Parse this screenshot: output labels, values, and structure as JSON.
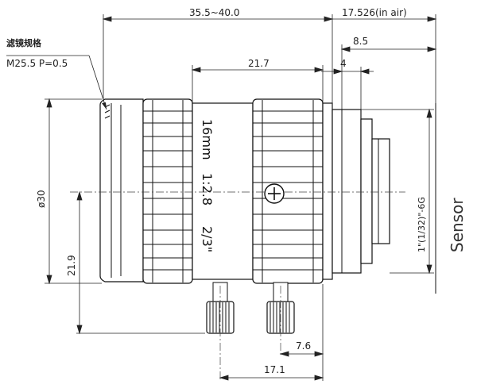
{
  "dimensions": {
    "top_length": "35.5~40.0",
    "back_focal": "17.526(in air)",
    "mount_depth": "8.5",
    "flange_step": "4",
    "barrel_length": "21.7",
    "diameter": "ø30",
    "center_height": "21.9",
    "screw_offset": "7.6",
    "screw_span": "17.1"
  },
  "filter": {
    "label_cn": "滤镜规格",
    "thread": "M25.5  P=0.5"
  },
  "lens_marking": {
    "focal": "16mm",
    "aperture": "1:2.8",
    "format": "2/3\""
  },
  "sensor": {
    "thread_label": "1\"(1/32)\"-6G",
    "label": "Sensor"
  }
}
